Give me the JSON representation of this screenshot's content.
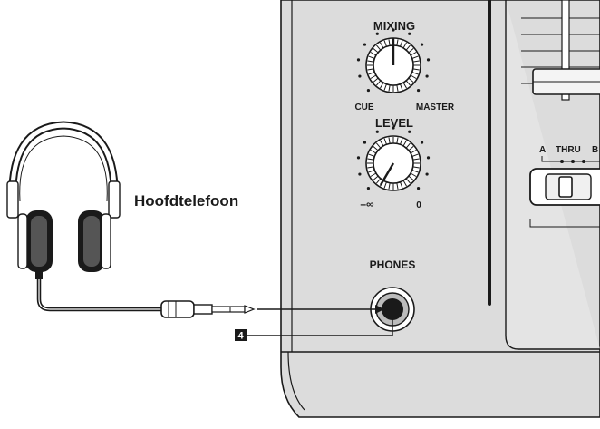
{
  "labels": {
    "mixing": "MIXING",
    "cue": "CUE",
    "master": "MASTER",
    "level": "LEVEL",
    "level_min": "–∞",
    "level_max": "0",
    "phones": "PHONES",
    "headphones": "Hoofdtelefoon",
    "callout_number": "4",
    "switch_a": "A",
    "switch_thru": "THRU",
    "switch_b": "B"
  },
  "colors": {
    "panel": "#dcdcdc",
    "panel_dark": "#bcbcbc",
    "line": "#1a1a1a",
    "knob": "#ffffff",
    "callout_bg": "#1a1a1a",
    "callout_fg": "#ffffff"
  },
  "icons": {
    "headphones": "headphones-icon",
    "plug": "jack-plug-icon",
    "knob": "rotary-knob-icon",
    "jack": "phones-jack-icon",
    "crossfader_switch": "toggle-switch-icon"
  }
}
